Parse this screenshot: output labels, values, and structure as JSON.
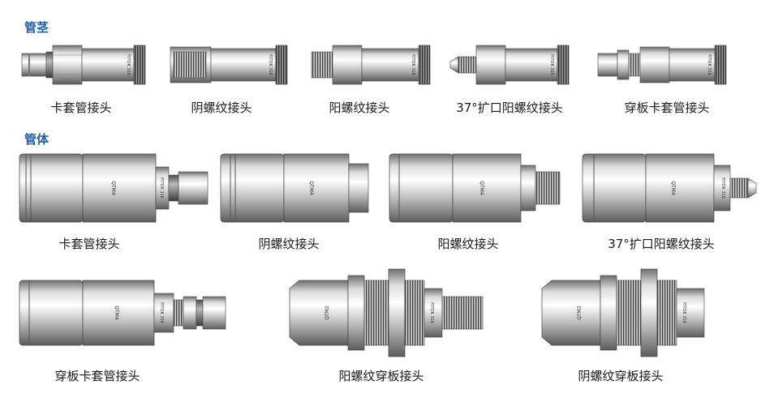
{
  "sections": [
    {
      "heading": "管茎"
    },
    {
      "heading": "管体"
    }
  ],
  "stem_items": [
    {
      "label": "卡套管接头"
    },
    {
      "label": "阴螺纹接头"
    },
    {
      "label": "阳螺纹接头"
    },
    {
      "label": "37°扩口阳螺纹接头"
    },
    {
      "label": "穿板卡套管接头"
    }
  ],
  "body_items": [
    {
      "label": "卡套管接头",
      "marking": "QTM4",
      "stem_marking": "FITOK 316"
    },
    {
      "label": "阴螺纹接头",
      "marking": "QTM4",
      "stem_marking": ""
    },
    {
      "label": "阳螺纹接头",
      "marking": "QTM4",
      "stem_marking": ""
    },
    {
      "label": "37°扩口阳螺纹接头",
      "marking": "QTM4",
      "stem_marking": "FITOK 316"
    },
    {
      "label": "穿板卡套管接头",
      "marking": "QTM4",
      "stem_marking": "FITOK 316"
    },
    {
      "label": "阳螺纹穿板接头",
      "marking": "QTM2",
      "stem_marking": "FITOK 316"
    },
    {
      "label": "阴螺纹穿板接头",
      "marking": "QTM2",
      "stem_marking": "FITOK 316"
    }
  ],
  "stem_marking": "FITOK 316"
}
